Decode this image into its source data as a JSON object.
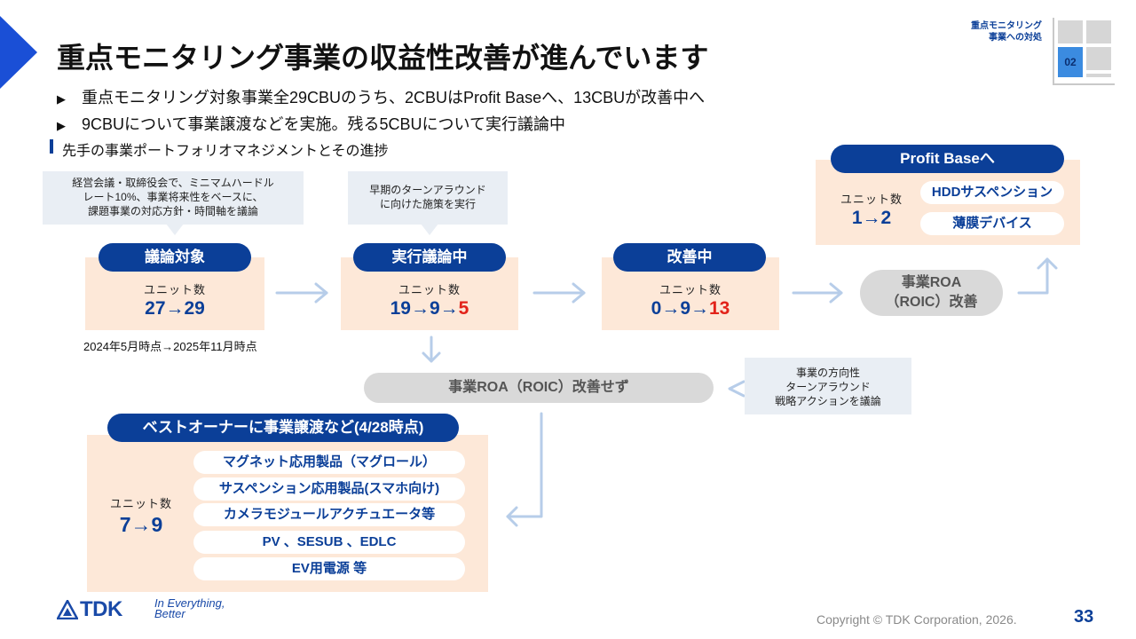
{
  "header": {
    "title": "重点モニタリング事業の収益性改善が進んでいます",
    "tag_line1": "重点モニタリング",
    "tag_line2": "事業への対処",
    "section_no": "02"
  },
  "bullets": [
    "重点モニタリング対象事業全29CBUのうち、2CBUはProfit Baseへ、13CBUが改善中へ",
    "9CBUについて事業譲渡などを実施。残る5CBUについて実行議論中"
  ],
  "subheading": "先手の事業ポートフォリオマネジメントとその進捗",
  "unit_label": "ユニット数",
  "stages": {
    "target": {
      "title": "議論対象",
      "value": "27→29",
      "note": "経営会議・取締役会で、ミニマムハードル\nレート10%、事業将来性をベースに、\n課題事業の対応方針・時間軸を議論",
      "period": "2024年5月時点→2025年11月時点"
    },
    "executing": {
      "title": "実行議論中",
      "value_a": "19→9→",
      "value_b": "5",
      "note": "早期のターンアラウンド\nに向けた施策を実行"
    },
    "improving": {
      "title": "改善中",
      "value_a": "0→9→",
      "value_b": "13"
    },
    "profit_base": {
      "title": "Profit Baseへ",
      "value": "1→2",
      "items": [
        "HDDサスペンション",
        "薄膜デバイス"
      ]
    },
    "roa_improved": "事業ROA\n（ROIC）改善",
    "roa_not_improved": "事業ROA（ROIC）改善せず",
    "direction_note": "事業の方向性\nターンアラウンド\n戦略アクションを議論",
    "transfer": {
      "title": "ベストオーナーに事業譲渡など(4/28時点)",
      "value": "7→9",
      "items": [
        "マグネット応用製品（マグロール）",
        "サスペンション応用製品(スマホ向け)",
        "カメラモジュールアクチュエータ等",
        "PV 、SESUB 、EDLC",
        "EV用電源 等"
      ]
    }
  },
  "footer": {
    "logo": "TDK",
    "slogan_1": "In Everything,",
    "slogan_2": "Better",
    "copyright": "Copyright © TDK Corporation, 2026.",
    "page_number": "33"
  },
  "colors": {
    "navy": "#0b3f98",
    "peach": "#fde8d8",
    "note_bg": "#e9eef4",
    "accent_red": "#e2231a",
    "arrow": "#b7cde9"
  }
}
